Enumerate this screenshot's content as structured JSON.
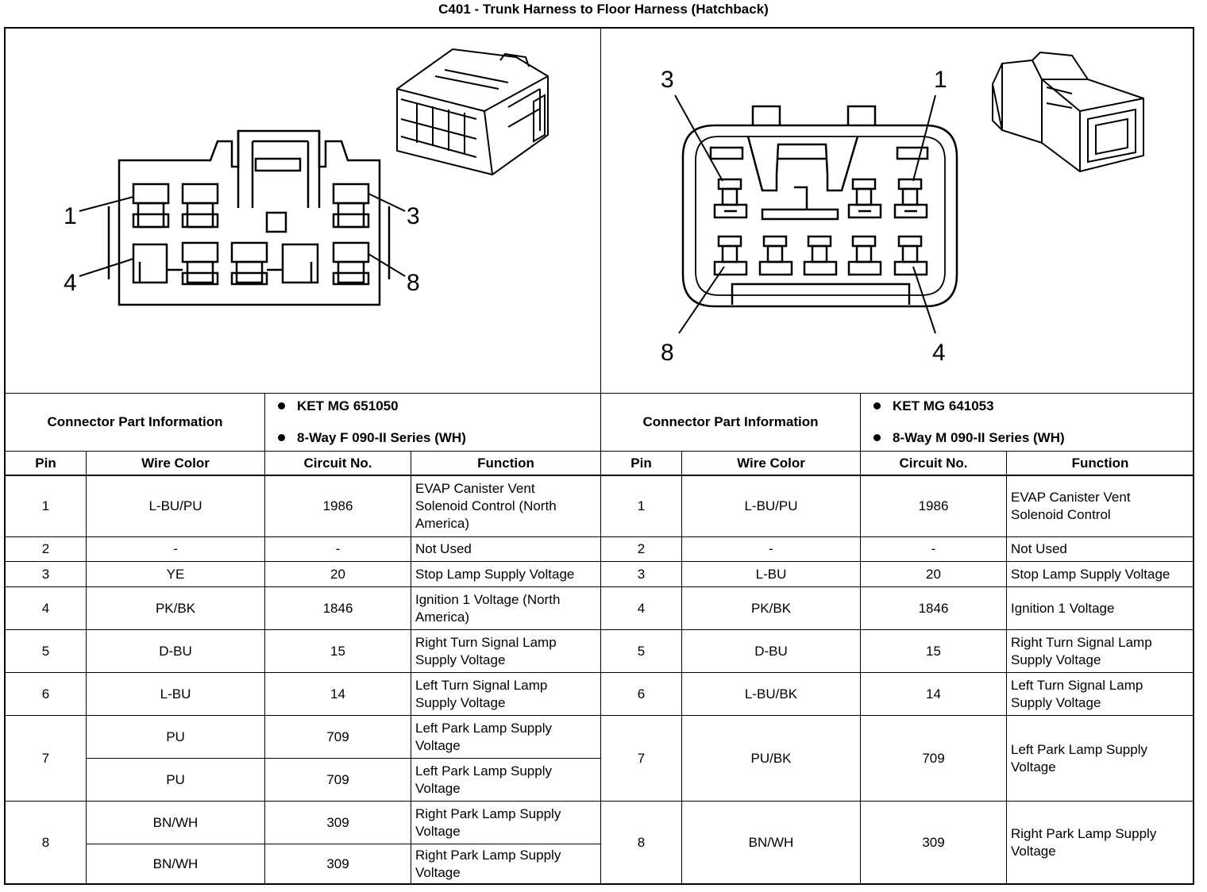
{
  "title": "C401 - Trunk Harness to Floor Harness (Hatchback)",
  "left": {
    "callouts": {
      "one": "1",
      "three": "3",
      "four": "4",
      "eight": "8"
    },
    "info_label": "Connector Part Information",
    "info": [
      "KET MG 651050",
      "8-Way F 090-II Series (WH)"
    ],
    "headers": {
      "pin": "Pin",
      "wire": "Wire Color",
      "circuit": "Circuit No.",
      "function": "Function"
    },
    "rows": [
      {
        "pin": "1",
        "wire": "L-BU/PU",
        "circuit": "1986",
        "function": "EVAP Canister Vent Solenoid Control (North America)"
      },
      {
        "pin": "2",
        "wire": "-",
        "circuit": "-",
        "function": "Not Used"
      },
      {
        "pin": "3",
        "wire": "YE",
        "circuit": "20",
        "function": "Stop Lamp Supply Voltage"
      },
      {
        "pin": "4",
        "wire": "PK/BK",
        "circuit": "1846",
        "function": "Ignition 1 Voltage (North America)"
      },
      {
        "pin": "5",
        "wire": "D-BU",
        "circuit": "15",
        "function": "Right Turn Signal Lamp Supply Voltage"
      },
      {
        "pin": "6",
        "wire": "L-BU",
        "circuit": "14",
        "function": "Left Turn Signal Lamp Supply Voltage"
      },
      {
        "pin": "7",
        "wire": "PU",
        "circuit": "709",
        "function": "Left Park Lamp Supply Voltage"
      },
      {
        "pin": "7",
        "wire": "PU",
        "circuit": "709",
        "function": "Left Park Lamp Supply Voltage"
      },
      {
        "pin": "8",
        "wire": "BN/WH",
        "circuit": "309",
        "function": "Right Park Lamp Supply Voltage"
      },
      {
        "pin": "8",
        "wire": "BN/WH",
        "circuit": "309",
        "function": "Right Park Lamp Supply Voltage"
      }
    ]
  },
  "right": {
    "callouts": {
      "three": "3",
      "one": "1",
      "eight": "8",
      "four": "4"
    },
    "info_label": "Connector Part Information",
    "info": [
      "KET MG 641053",
      "8-Way M 090-II Series (WH)"
    ],
    "headers": {
      "pin": "Pin",
      "wire": "Wire Color",
      "circuit": "Circuit No.",
      "function": "Function"
    },
    "rows": [
      {
        "pin": "1",
        "wire": "L-BU/PU",
        "circuit": "1986",
        "function": "EVAP Canister Vent Solenoid Control"
      },
      {
        "pin": "2",
        "wire": "-",
        "circuit": "-",
        "function": "Not Used"
      },
      {
        "pin": "3",
        "wire": "L-BU",
        "circuit": "20",
        "function": "Stop Lamp Supply Voltage"
      },
      {
        "pin": "4",
        "wire": "PK/BK",
        "circuit": "1846",
        "function": "Ignition 1 Voltage"
      },
      {
        "pin": "5",
        "wire": "D-BU",
        "circuit": "15",
        "function": "Right Turn Signal Lamp Supply Voltage"
      },
      {
        "pin": "6",
        "wire": "L-BU/BK",
        "circuit": "14",
        "function": "Left Turn Signal Lamp Supply Voltage"
      },
      {
        "pin": "7",
        "wire": "PU/BK",
        "circuit": "709",
        "function": "Left Park Lamp Supply Voltage"
      },
      {
        "pin": "8",
        "wire": "BN/WH",
        "circuit": "309",
        "function": "Right Park Lamp Supply Voltage"
      }
    ]
  }
}
